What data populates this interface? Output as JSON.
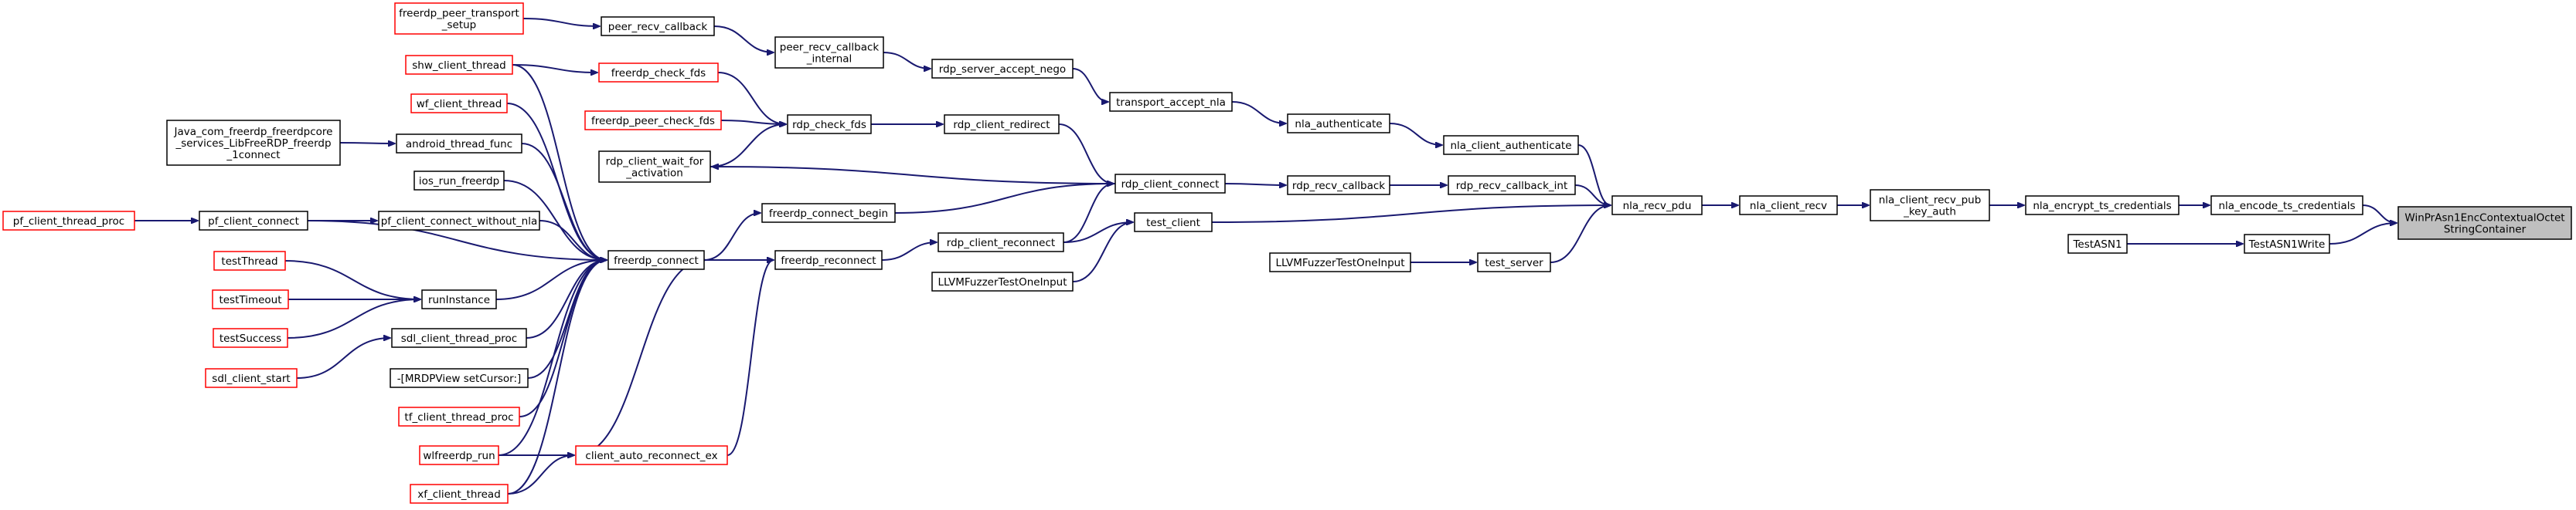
{
  "colors": {
    "edge": "#191970",
    "node_border_default": "#000000",
    "node_border_truncated": "#ff0000",
    "node_fill": "#ffffff",
    "root_fill": "#bfbfbf",
    "text": "#000000"
  },
  "nodes": {
    "root": {
      "lines": [
        "WinPrAsn1EncContextualOctet",
        "StringContainer"
      ],
      "style": "root"
    },
    "nla_encode_ts_credentials": {
      "lines": [
        "nla_encode_ts_credentials"
      ],
      "style": "normal"
    },
    "TestASN1Write": {
      "lines": [
        "TestASN1Write"
      ],
      "style": "normal"
    },
    "TestASN1": {
      "lines": [
        "TestASN1"
      ],
      "style": "normal"
    },
    "nla_encrypt_ts_credentials": {
      "lines": [
        "nla_encrypt_ts_credentials"
      ],
      "style": "normal"
    },
    "nla_client_recv_pub_key_auth": {
      "lines": [
        "nla_client_recv_pub",
        "_key_auth"
      ],
      "style": "normal"
    },
    "nla_client_recv": {
      "lines": [
        "nla_client_recv"
      ],
      "style": "normal"
    },
    "nla_recv_pdu": {
      "lines": [
        "nla_recv_pdu"
      ],
      "style": "normal"
    },
    "nla_client_authenticate": {
      "lines": [
        "nla_client_authenticate"
      ],
      "style": "normal"
    },
    "rdp_recv_callback_int": {
      "lines": [
        "rdp_recv_callback_int"
      ],
      "style": "normal"
    },
    "test_client": {
      "lines": [
        "test_client"
      ],
      "style": "normal"
    },
    "test_server": {
      "lines": [
        "test_server"
      ],
      "style": "normal"
    },
    "nla_authenticate": {
      "lines": [
        "nla_authenticate"
      ],
      "style": "normal"
    },
    "rdp_recv_callback": {
      "lines": [
        "rdp_recv_callback"
      ],
      "style": "normal"
    },
    "LLVMFuzzerTestOneInput_a": {
      "lines": [
        "LLVMFuzzerTestOneInput"
      ],
      "style": "normal"
    },
    "transport_accept_nla": {
      "lines": [
        "transport_accept_nla"
      ],
      "style": "normal"
    },
    "rdp_client_connect": {
      "lines": [
        "rdp_client_connect"
      ],
      "style": "normal"
    },
    "rdp_client_reconnect": {
      "lines": [
        "rdp_client_reconnect"
      ],
      "style": "normal"
    },
    "LLVMFuzzerTestOneInput_b": {
      "lines": [
        "LLVMFuzzerTestOneInput"
      ],
      "style": "normal"
    },
    "rdp_server_accept_nego": {
      "lines": [
        "rdp_server_accept_nego"
      ],
      "style": "normal"
    },
    "rdp_client_redirect": {
      "lines": [
        "rdp_client_redirect"
      ],
      "style": "normal"
    },
    "freerdp_connect_begin": {
      "lines": [
        "freerdp_connect_begin"
      ],
      "style": "normal"
    },
    "freerdp_reconnect": {
      "lines": [
        "freerdp_reconnect"
      ],
      "style": "normal"
    },
    "peer_recv_callback_internal": {
      "lines": [
        "peer_recv_callback",
        "_internal"
      ],
      "style": "normal"
    },
    "rdp_check_fds": {
      "lines": [
        "rdp_check_fds"
      ],
      "style": "normal"
    },
    "peer_recv_callback": {
      "lines": [
        "peer_recv_callback"
      ],
      "style": "normal"
    },
    "freerdp_check_fds": {
      "lines": [
        "freerdp_check_fds"
      ],
      "style": "truncated"
    },
    "freerdp_peer_check_fds": {
      "lines": [
        "freerdp_peer_check_fds"
      ],
      "style": "truncated"
    },
    "rdp_client_wait_for_activation": {
      "lines": [
        "rdp_client_wait_for",
        "_activation"
      ],
      "style": "normal"
    },
    "freerdp_connect": {
      "lines": [
        "freerdp_connect"
      ],
      "style": "normal"
    },
    "client_auto_reconnect_ex": {
      "lines": [
        "client_auto_reconnect_ex"
      ],
      "style": "truncated"
    },
    "freerdp_peer_transport_setup": {
      "lines": [
        "freerdp_peer_transport",
        "_setup"
      ],
      "style": "truncated"
    },
    "shw_client_thread": {
      "lines": [
        "shw_client_thread"
      ],
      "style": "truncated"
    },
    "wf_client_thread": {
      "lines": [
        "wf_client_thread"
      ],
      "style": "truncated"
    },
    "android_thread_func": {
      "lines": [
        "android_thread_func"
      ],
      "style": "normal"
    },
    "ios_run_freerdp": {
      "lines": [
        "ios_run_freerdp"
      ],
      "style": "normal"
    },
    "pf_client_connect_without_nla": {
      "lines": [
        "pf_client_connect_without_nla"
      ],
      "style": "normal"
    },
    "pf_client_connect": {
      "lines": [
        "pf_client_connect"
      ],
      "style": "normal"
    },
    "runInstance": {
      "lines": [
        "runInstance"
      ],
      "style": "normal"
    },
    "sdl_client_thread_proc": {
      "lines": [
        "sdl_client_thread_proc"
      ],
      "style": "normal"
    },
    "MRDPView_setCursor": {
      "lines": [
        "-[MRDPView setCursor:]"
      ],
      "style": "normal"
    },
    "tf_client_thread_proc": {
      "lines": [
        "tf_client_thread_proc"
      ],
      "style": "truncated"
    },
    "wlfreerdp_run": {
      "lines": [
        "wlfreerdp_run"
      ],
      "style": "truncated"
    },
    "xf_client_thread": {
      "lines": [
        "xf_client_thread"
      ],
      "style": "truncated"
    },
    "Java_connect": {
      "lines": [
        "Java_com_freerdp_freerdpcore",
        "_services_LibFreeRDP_freerdp",
        "_1connect"
      ],
      "style": "normal"
    },
    "pf_client_thread_proc": {
      "lines": [
        "pf_client_thread_proc"
      ],
      "style": "truncated"
    },
    "testThread": {
      "lines": [
        "testThread"
      ],
      "style": "truncated"
    },
    "testTimeout": {
      "lines": [
        "testTimeout"
      ],
      "style": "truncated"
    },
    "testSuccess": {
      "lines": [
        "testSuccess"
      ],
      "style": "truncated"
    },
    "sdl_client_start": {
      "lines": [
        "sdl_client_start"
      ],
      "style": "truncated"
    }
  },
  "edges": [
    [
      "nla_encode_ts_credentials",
      "root"
    ],
    [
      "TestASN1Write",
      "root"
    ],
    [
      "TestASN1",
      "TestASN1Write"
    ],
    [
      "nla_encrypt_ts_credentials",
      "nla_encode_ts_credentials"
    ],
    [
      "nla_client_recv_pub_key_auth",
      "nla_encrypt_ts_credentials"
    ],
    [
      "nla_client_recv",
      "nla_client_recv_pub_key_auth"
    ],
    [
      "nla_recv_pdu",
      "nla_client_recv"
    ],
    [
      "nla_client_authenticate",
      "nla_recv_pdu"
    ],
    [
      "rdp_recv_callback_int",
      "nla_recv_pdu"
    ],
    [
      "test_client",
      "nla_recv_pdu"
    ],
    [
      "test_server",
      "nla_recv_pdu"
    ],
    [
      "nla_authenticate",
      "nla_client_authenticate"
    ],
    [
      "rdp_recv_callback",
      "rdp_recv_callback_int"
    ],
    [
      "LLVMFuzzerTestOneInput_a",
      "test_server"
    ],
    [
      "transport_accept_nla",
      "nla_authenticate"
    ],
    [
      "rdp_client_connect",
      "rdp_recv_callback"
    ],
    [
      "rdp_client_reconnect",
      "test_client"
    ],
    [
      "LLVMFuzzerTestOneInput_b",
      "test_client"
    ],
    [
      "rdp_server_accept_nego",
      "transport_accept_nla"
    ],
    [
      "rdp_client_redirect",
      "rdp_client_connect"
    ],
    [
      "freerdp_connect_begin",
      "rdp_client_connect"
    ],
    [
      "rdp_client_reconnect",
      "rdp_client_connect"
    ],
    [
      "freerdp_reconnect",
      "rdp_client_reconnect"
    ],
    [
      "peer_recv_callback_internal",
      "rdp_server_accept_nego"
    ],
    [
      "rdp_check_fds",
      "rdp_client_redirect"
    ],
    [
      "peer_recv_callback",
      "peer_recv_callback_internal"
    ],
    [
      "freerdp_check_fds",
      "rdp_check_fds"
    ],
    [
      "freerdp_peer_check_fds",
      "rdp_check_fds"
    ],
    [
      "rdp_client_wait_for_activation",
      "rdp_check_fds"
    ],
    [
      "rdp_client_connect",
      "rdp_client_wait_for_activation"
    ],
    [
      "freerdp_connect",
      "freerdp_connect_begin"
    ],
    [
      "freerdp_connect",
      "freerdp_reconnect"
    ],
    [
      "client_auto_reconnect_ex",
      "freerdp_reconnect"
    ],
    [
      "freerdp_peer_transport_setup",
      "peer_recv_callback"
    ],
    [
      "shw_client_thread",
      "freerdp_check_fds"
    ],
    [
      "shw_client_thread",
      "freerdp_connect"
    ],
    [
      "wf_client_thread",
      "freerdp_connect"
    ],
    [
      "android_thread_func",
      "freerdp_connect"
    ],
    [
      "ios_run_freerdp",
      "freerdp_connect"
    ],
    [
      "pf_client_connect_without_nla",
      "freerdp_connect"
    ],
    [
      "pf_client_connect",
      "freerdp_connect"
    ],
    [
      "runInstance",
      "freerdp_connect"
    ],
    [
      "sdl_client_thread_proc",
      "freerdp_connect"
    ],
    [
      "MRDPView_setCursor",
      "freerdp_connect"
    ],
    [
      "tf_client_thread_proc",
      "freerdp_connect"
    ],
    [
      "wlfreerdp_run",
      "freerdp_connect"
    ],
    [
      "xf_client_thread",
      "freerdp_connect"
    ],
    [
      "client_auto_reconnect_ex",
      "freerdp_connect"
    ],
    [
      "Java_connect",
      "android_thread_func"
    ],
    [
      "pf_client_connect",
      "pf_client_connect_without_nla"
    ],
    [
      "pf_client_thread_proc",
      "pf_client_connect"
    ],
    [
      "testThread",
      "runInstance"
    ],
    [
      "testTimeout",
      "runInstance"
    ],
    [
      "testSuccess",
      "runInstance"
    ],
    [
      "sdl_client_start",
      "sdl_client_thread_proc"
    ],
    [
      "wlfreerdp_run",
      "client_auto_reconnect_ex"
    ],
    [
      "xf_client_thread",
      "client_auto_reconnect_ex"
    ]
  ]
}
